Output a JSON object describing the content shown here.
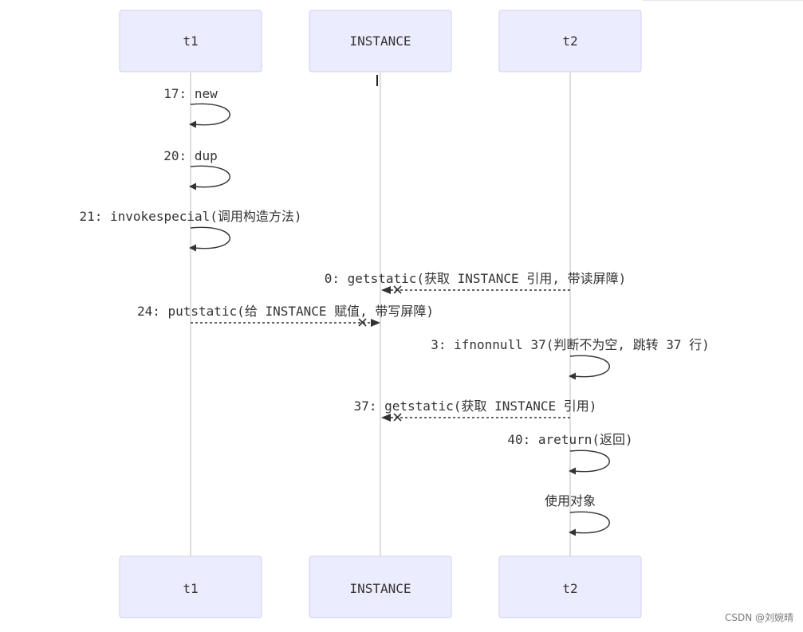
{
  "actors": [
    {
      "id": "t1",
      "label": "t1"
    },
    {
      "id": "INSTANCE",
      "label": "INSTANCE"
    },
    {
      "id": "t2",
      "label": "t2"
    }
  ],
  "messages": [
    {
      "from": "t1",
      "to": "t1",
      "text": "17: new",
      "style": "self"
    },
    {
      "from": "t1",
      "to": "t1",
      "text": "20: dup",
      "style": "self"
    },
    {
      "from": "t1",
      "to": "t1",
      "text": "21: invokespecial(调用构造方法)",
      "style": "self"
    },
    {
      "from": "t2",
      "to": "INSTANCE",
      "text": "0: getstatic(获取 INSTANCE 引用, 带读屏障)",
      "style": "dotted-cross"
    },
    {
      "from": "t1",
      "to": "INSTANCE",
      "text": "24: putstatic(给 INSTANCE 赋值, 带写屏障)",
      "style": "dotted-cross"
    },
    {
      "from": "t2",
      "to": "t2",
      "text": "3: ifnonnull 37(判断不为空, 跳转 37 行)",
      "style": "self"
    },
    {
      "from": "t2",
      "to": "INSTANCE",
      "text": "37: getstatic(获取 INSTANCE 引用)",
      "style": "dotted-cross"
    },
    {
      "from": "t2",
      "to": "t2",
      "text": "40: areturn(返回)",
      "style": "self"
    },
    {
      "from": "t2",
      "to": "t2",
      "text": "使用对象",
      "style": "self"
    }
  ],
  "watermark": "CSDN @刘婉晴",
  "colors": {
    "actor_fill": "#ececff",
    "actor_stroke": "#cfcff0",
    "line": "#333333",
    "lifeline": "#bdbdbd"
  }
}
